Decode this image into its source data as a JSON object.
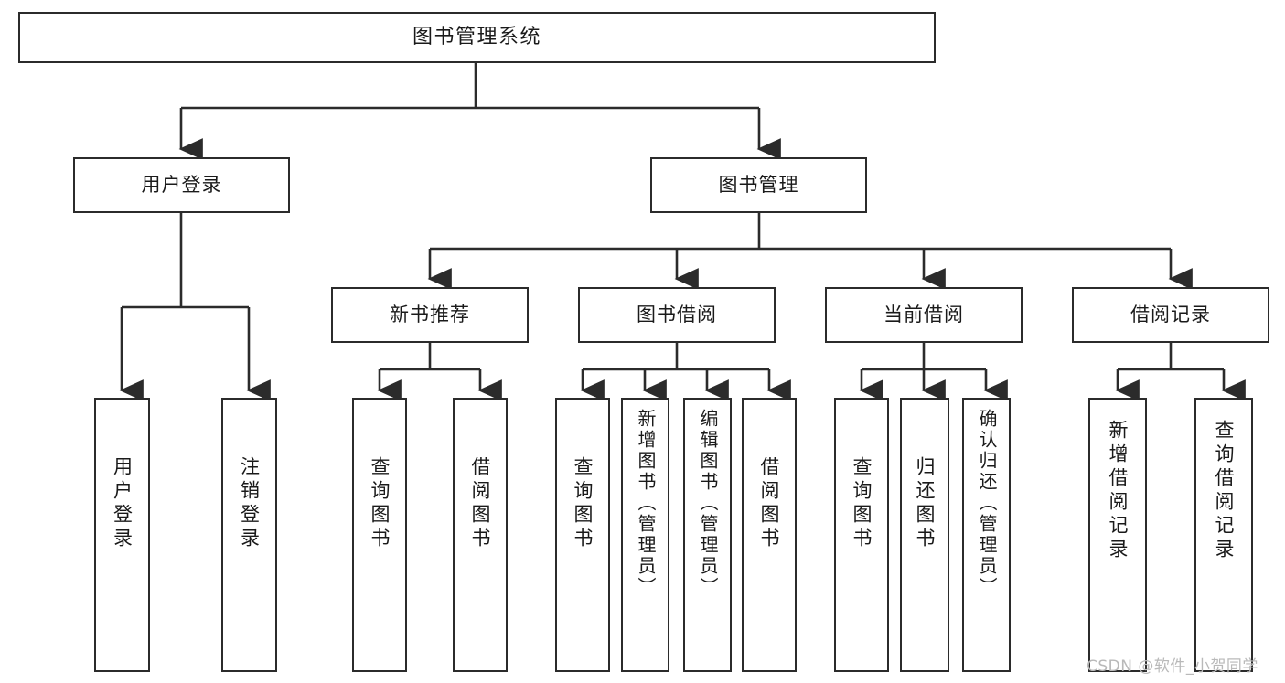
{
  "diagram": {
    "type": "hierarchy-tree",
    "title": "图书管理系统",
    "orientation": "top-down",
    "colors": {
      "box_border": "#2b2b2b",
      "box_fill": "#ffffff",
      "connector": "#2b2b2b",
      "text": "#1a1a1a",
      "watermark": "#b9b9b9",
      "background": "#ffffff"
    },
    "levels": {
      "level1": [
        "图书管理系统"
      ],
      "level2": [
        "用户登录",
        "图书管理"
      ],
      "level3": [
        "新书推荐",
        "图书借阅",
        "当前借阅",
        "借阅记录"
      ],
      "level4": [
        "用户登录",
        "注销登录",
        "查询图书",
        "借阅图书",
        "查询图书",
        "新增图书（管理员）",
        "编辑图书（管理员）",
        "借阅图书",
        "查询图书",
        "归还图书",
        "确认归还（管理员）",
        "新增借阅记录",
        "查询借阅记录"
      ]
    }
  },
  "nodes": {
    "root": {
      "label": "图书管理系统"
    },
    "l2": {
      "user_login": {
        "label": "用户登录"
      },
      "book_manage": {
        "label": "图书管理"
      }
    },
    "l3": {
      "new_book_rec": {
        "label": "新书推荐"
      },
      "book_borrow": {
        "label": "图书借阅"
      },
      "current_borrow": {
        "label": "当前借阅"
      },
      "borrow_record": {
        "label": "借阅记录"
      }
    },
    "leaves": {
      "user_login_1": {
        "label": "用户登录"
      },
      "user_logout_2": {
        "label": "注销登录"
      },
      "nbr_query_1": {
        "label": "查询图书"
      },
      "nbr_borrow_2": {
        "label": "借阅图书"
      },
      "bb_query_1": {
        "label": "查询图书"
      },
      "bb_add_2": {
        "label": "新增图书（管理员）"
      },
      "bb_edit_3": {
        "label": "编辑图书（管理员）"
      },
      "bb_borrow_4": {
        "label": "借阅图书"
      },
      "cb_query_1": {
        "label": "查询图书"
      },
      "cb_return_2": {
        "label": "归还图书"
      },
      "cb_confirm_3": {
        "label": "确认归还（管理员）"
      },
      "br_add_1": {
        "label": "新增借阅记录"
      },
      "br_query_2": {
        "label": "查询借阅记录"
      }
    }
  },
  "watermark": {
    "text": "CSDN @软件_小贺同学"
  }
}
